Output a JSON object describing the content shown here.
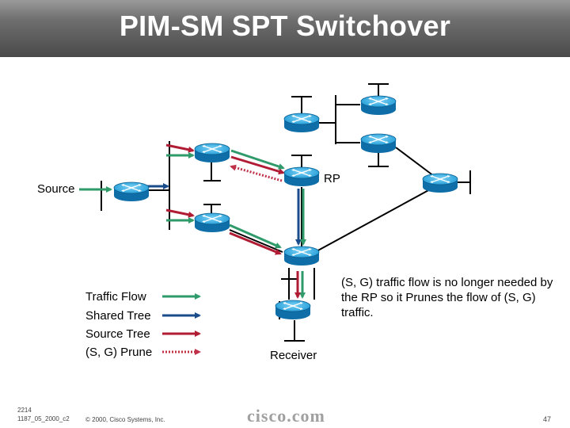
{
  "title": "PIM-SM SPT Switchover",
  "labels": {
    "source": "Source",
    "rp": "RP",
    "receiver": "Receiver"
  },
  "legend": [
    {
      "label": "Traffic Flow",
      "color": "#2f9a6a"
    },
    {
      "label": "Shared Tree",
      "color": "#1a4c8c"
    },
    {
      "label": "Source Tree",
      "color": "#b01c34"
    },
    {
      "label": "(S, G) Prune",
      "color": "#c0324a"
    }
  ],
  "note": "(S, G) traffic flow is no longer needed by the RP so it Prunes the flow of (S, G) traffic.",
  "footer": {
    "code_line1": "2214",
    "code_line2": "1187_05_2000_c2",
    "copyright": "© 2000, Cisco Systems, Inc.",
    "logo": "cisco.com",
    "page": "47"
  },
  "colors": {
    "router_blue": "#1e9ad6",
    "title_bar": "#6e6e6e"
  }
}
